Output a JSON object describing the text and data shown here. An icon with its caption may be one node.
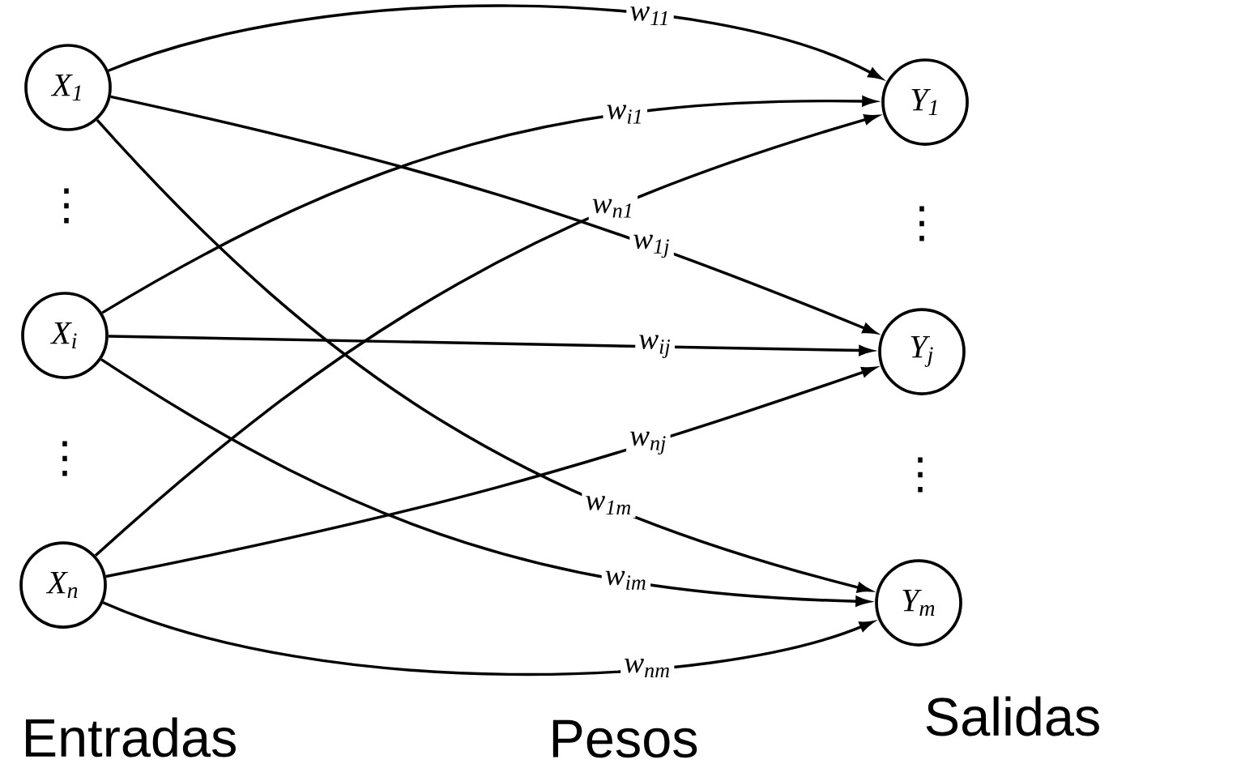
{
  "diagram": {
    "nodes": [
      {
        "text": [
          "X$_{1}$"
        ]
      },
      {
        "text": [
          "X$_{i}$"
        ]
      },
      {
        "text": [
          "X$_{n}$"
        ]
      },
      {
        "text": [
          "Y$_{1}$"
        ]
      },
      {
        "text": [
          "Y$_{j}$"
        ]
      },
      {
        "text": [
          "Y$_{m}$"
        ]
      }
    ],
    "edges": [
      {
        "from": 0,
        "to": 3,
        "arrow": "to",
        "label": "w$_{11}$"
      },
      {
        "from": 0,
        "to": 4,
        "arrow": "to",
        "label": "w$_{1j}$"
      },
      {
        "from": 0,
        "to": 5,
        "arrow": "to",
        "label": "w$_{1m}$"
      },
      {
        "from": 1,
        "to": 3,
        "arrow": "to",
        "label": "w$_{i1}$"
      },
      {
        "from": 1,
        "to": 4,
        "arrow": "to",
        "label": "w$_{ij}$"
      },
      {
        "from": 1,
        "to": 5,
        "arrow": "to",
        "label": "w$_{im}$"
      },
      {
        "from": 2,
        "to": 3,
        "arrow": "to",
        "label": "w$_{n1}$"
      },
      {
        "from": 2,
        "to": 4,
        "arrow": "to",
        "label": "w$_{nj}$"
      },
      {
        "from": 2,
        "to": 5,
        "arrow": "to",
        "label": "w$_{nm}$"
      }
    ],
    "labels": [
      "⋮",
      "⋮",
      "⋮",
      "⋮",
      "Entradas",
      "Pesos",
      "Salidas"
    ]
  }
}
